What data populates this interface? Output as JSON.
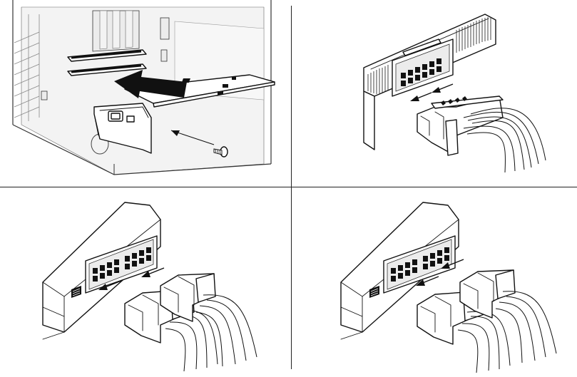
{
  "figure": {
    "panels": [
      {
        "id": "install-card",
        "description_icon": "graphics-card-insertion"
      },
      {
        "id": "connect-12pin",
        "description_icon": "power-connector-12pin"
      },
      {
        "id": "connect-dual-8pin-a",
        "description_icon": "power-connector-dual-8pin"
      },
      {
        "id": "connect-dual-8pin-b",
        "description_icon": "power-connector-dual-8pin"
      }
    ],
    "colors": {
      "line": "#111111",
      "panel_gray": "#d9d9d9",
      "background": "#ffffff"
    }
  }
}
